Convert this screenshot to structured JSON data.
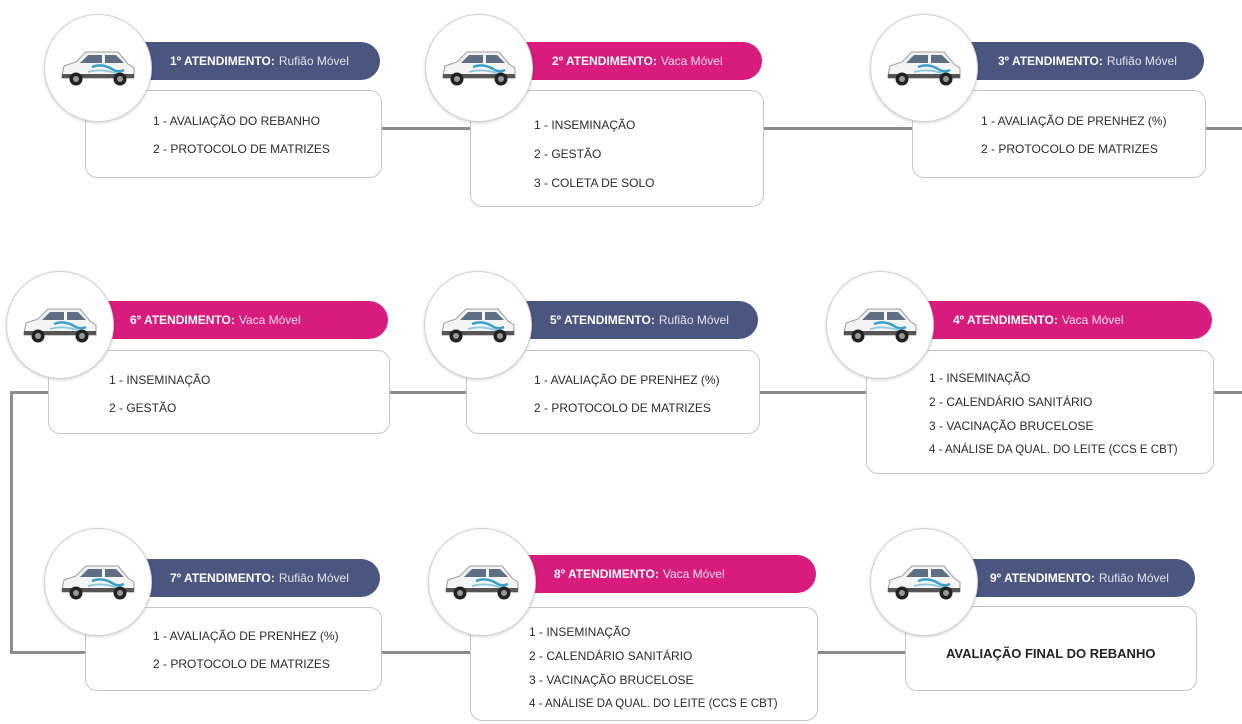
{
  "colors": {
    "rufiao": "#4a5580",
    "vaca": "#d81b7d",
    "connector": "#8c8c8c"
  },
  "icon": "car-icon",
  "steps": [
    {
      "number": "1º ATENDIMENTO:",
      "type": "Rufião Móvel",
      "items": [
        "1 - AVALIAÇÃO DO REBANHO",
        "2 - PROTOCOLO DE MATRIZES"
      ]
    },
    {
      "number": "2º ATENDIMENTO:",
      "type": "Vaca Móvel",
      "items": [
        "1 - INSEMINAÇÃO",
        "2 - GESTÃO",
        "3 - COLETA DE SOLO"
      ]
    },
    {
      "number": "3º ATENDIMENTO:",
      "type": "Rufião Móvel",
      "items": [
        "1 - AVALIAÇÃO DE PRENHEZ (%)",
        "2 - PROTOCOLO DE MATRIZES"
      ]
    },
    {
      "number": "4º ATENDIMENTO:",
      "type": "Vaca Móvel",
      "items": [
        "1 - INSEMINAÇÃO",
        "2 - CALENDÁRIO SANITÁRIO",
        "3 - VACINAÇÃO BRUCELOSE",
        "4 - ANÁLISE DA QUAL. DO LEITE (CCS E CBT)"
      ]
    },
    {
      "number": "5º ATENDIMENTO:",
      "type": "Rufião Móvel",
      "items": [
        "1 - AVALIAÇÃO DE PRENHEZ (%)",
        "2 - PROTOCOLO DE MATRIZES"
      ]
    },
    {
      "number": "6º ATENDIMENTO:",
      "type": "Vaca Móvel",
      "items": [
        "1 - INSEMINAÇÃO",
        "2 - GESTÃO"
      ]
    },
    {
      "number": "7º ATENDIMENTO:",
      "type": "Rufião Móvel",
      "items": [
        "1 - AVALIAÇÃO DE PRENHEZ (%)",
        "2 - PROTOCOLO DE MATRIZES"
      ]
    },
    {
      "number": "8º ATENDIMENTO:",
      "type": "Vaca Móvel",
      "items": [
        "1 - INSEMINAÇÃO",
        "2 - CALENDÁRIO SANITÁRIO",
        "3 - VACINAÇÃO BRUCELOSE",
        "4 - ANÁLISE DA QUAL. DO LEITE (CCS E CBT)"
      ]
    },
    {
      "number": "9º ATENDIMENTO:",
      "type": "Rufião Móvel",
      "final": "AVALIAÇÃO FINAL DO REBANHO"
    }
  ]
}
